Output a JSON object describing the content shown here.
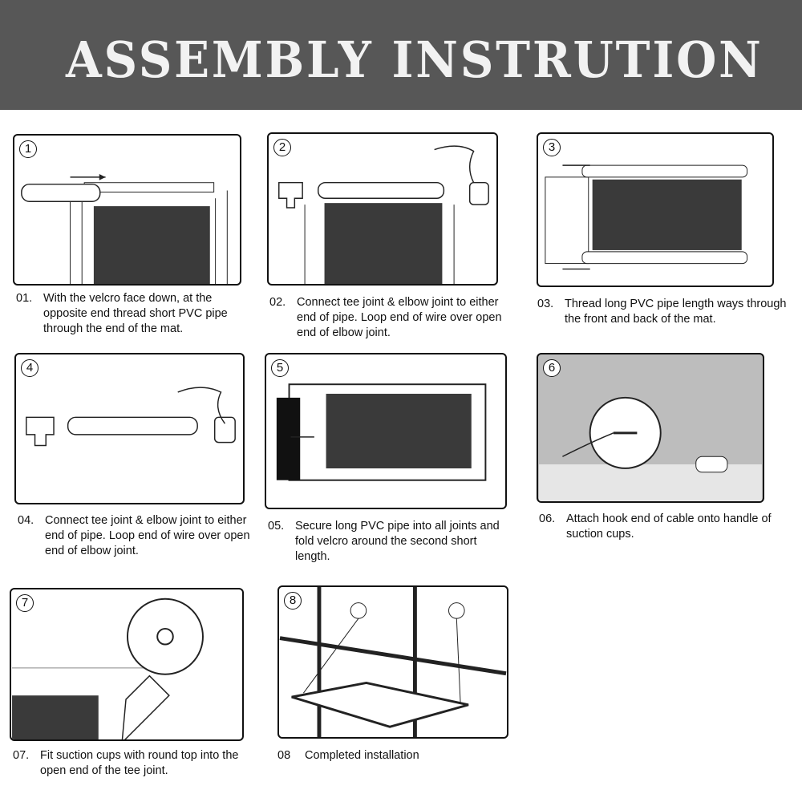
{
  "header": {
    "title": "ASSEMBLY INSTRUTION"
  },
  "steps": [
    {
      "badge": "1",
      "num": "01.",
      "text": "With the velcro face down, at the opposite end thread short PVC pipe through the end of the mat."
    },
    {
      "badge": "2",
      "num": "02.",
      "text": "Connect tee joint & elbow joint to either end of pipe. Loop end of wire over open end of elbow joint."
    },
    {
      "badge": "3",
      "num": "03.",
      "text": "Thread long PVC pipe length ways through the front and back of the mat."
    },
    {
      "badge": "4",
      "num": "04.",
      "text": "Connect tee joint & elbow joint to either end of pipe. Loop end of wire over open end of elbow joint."
    },
    {
      "badge": "5",
      "num": "05.",
      "text": "Secure long PVC pipe into all joints and fold velcro around the second short length."
    },
    {
      "badge": "6",
      "num": "06.",
      "text": "Attach hook end of cable onto handle of suction cups."
    },
    {
      "badge": "7",
      "num": "07.",
      "text": "Fit suction cups with round top into the open end of the tee joint."
    },
    {
      "badge": "8",
      "num": "08",
      "text": "Completed installation"
    }
  ]
}
